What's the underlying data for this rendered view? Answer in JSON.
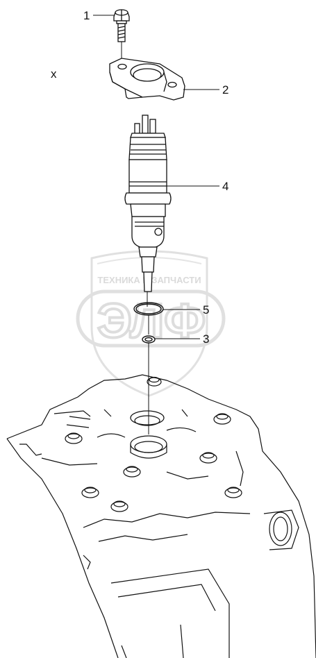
{
  "diagram": {
    "view_marker": "x",
    "callouts": [
      {
        "id": "1",
        "label": "1"
      },
      {
        "id": "2",
        "label": "2"
      },
      {
        "id": "3",
        "label": "3"
      },
      {
        "id": "4",
        "label": "4"
      },
      {
        "id": "5",
        "label": "5"
      }
    ],
    "watermark": {
      "arc_text": "ТЕХНИКА И ЗАПЧАСТИ",
      "logo_text": "ЭЛФ"
    },
    "colors": {
      "line": "#111111",
      "watermark": "#cfcfcf"
    }
  }
}
